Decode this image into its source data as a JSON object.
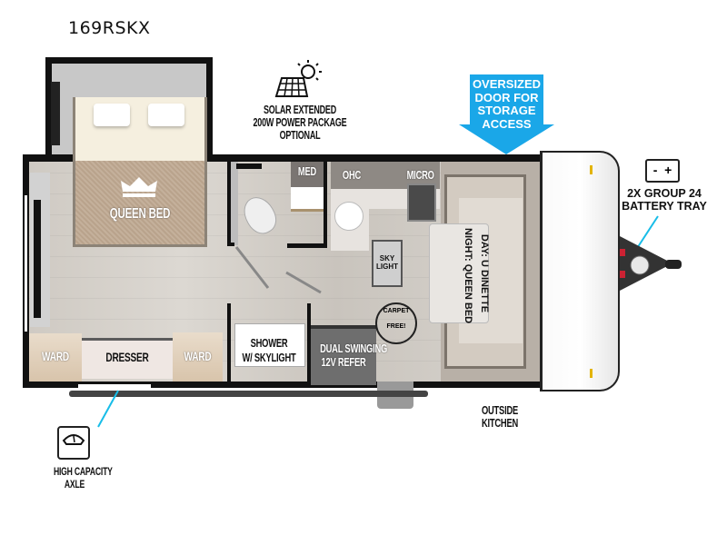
{
  "model": "169RSKX",
  "callouts": {
    "solar": {
      "line1": "SOLAR EXTENDED",
      "line2": "200W POWER PACKAGE",
      "line3": "OPTIONAL",
      "icon": "solar-panel-icon"
    },
    "storage_door": {
      "line1": "OVERSIZED",
      "line2": "DOOR FOR",
      "line3": "STORAGE",
      "line4": "ACCESS",
      "color": "#1aa7e8"
    },
    "battery": {
      "line1": "2X GROUP 24",
      "line2": "BATTERY TRAY",
      "icon": "battery-icon",
      "symbols": "-  +"
    },
    "axle": {
      "line1": "HIGH CAPACITY",
      "line2": "AXLE",
      "icon": "scale-icon"
    },
    "outside_kitchen": {
      "line1": "OUTSIDE",
      "line2": "KITCHEN"
    }
  },
  "rooms": {
    "queen_bed": "QUEEN BED",
    "ward_left": "WARD",
    "dresser": "DRESSER",
    "ward_right": "WARD",
    "med": "MED",
    "shower": {
      "line1": "SHOWER",
      "line2": "W/ SKYLIGHT"
    },
    "refer": {
      "line1": "DUAL SWINGING",
      "line2": "12V REFER"
    },
    "ohc": "OHC",
    "micro": "MICRO",
    "skylight": {
      "line1": "SKY",
      "line2": "LIGHT"
    },
    "dinette": {
      "line1": "DAY: U DINETTE",
      "line2": "NIGHT: QUEEN BED"
    },
    "carpet_free": {
      "top": "CARPET",
      "bottom": "FREE!"
    }
  },
  "colors": {
    "accent": "#1aa7e8",
    "wall": "#111111"
  }
}
